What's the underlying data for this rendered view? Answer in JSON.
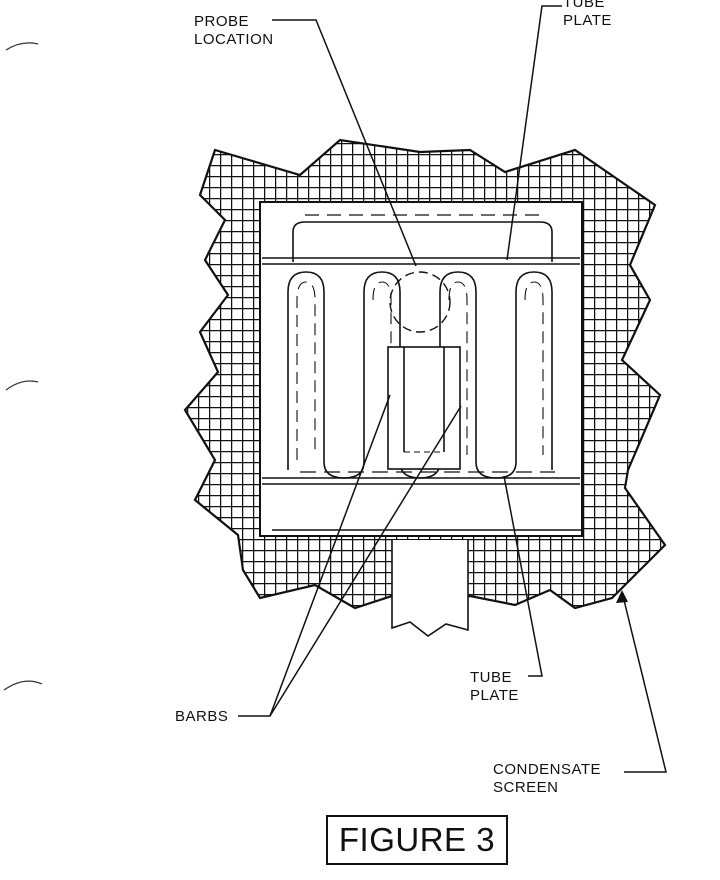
{
  "labels": {
    "probe_line1": "PROBE",
    "probe_line2": "LOCATION",
    "tube_top_line1": "TUBE",
    "tube_top_line2": "PLATE",
    "barbs": "BARBS",
    "tube_bottom_line1": "TUBE",
    "tube_bottom_line2": "PLATE",
    "condensate_line1": "CONDENSATE",
    "condensate_line2": "SCREEN"
  },
  "figure_caption": "FIGURE 3",
  "colors": {
    "ink": "#111111",
    "paper": "#ffffff"
  },
  "icons": {
    "screen_pattern": "grid-mesh",
    "binder_hole_marks": "arc-mark"
  }
}
